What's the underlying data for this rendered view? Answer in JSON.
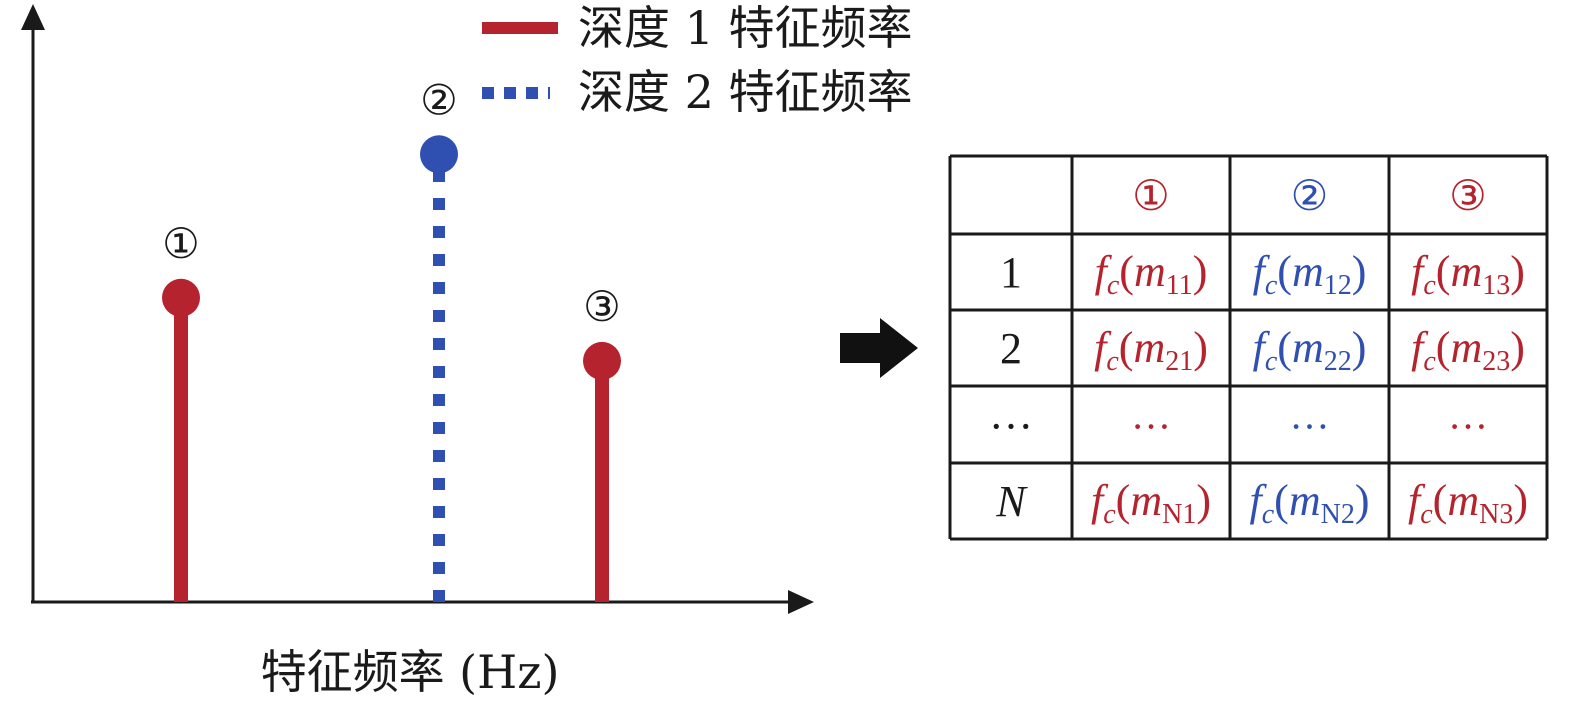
{
  "colors": {
    "red": "#b5232e",
    "blue": "#2f4fb1",
    "black": "#1a1a1a"
  },
  "chart": {
    "x_axis_label": "特征频率 (Hz)",
    "legend": [
      {
        "label": "深度 1 特征频率",
        "style": "solid",
        "color": "#b5232e"
      },
      {
        "label": "深度 2 特征频率",
        "style": "dotted",
        "color": "#2f4fb1"
      }
    ],
    "stems": [
      {
        "marker": "①",
        "color": "#b5232e",
        "style": "solid",
        "relative_height": 0.53
      },
      {
        "marker": "②",
        "color": "#2f4fb1",
        "style": "dotted",
        "relative_height": 0.78
      },
      {
        "marker": "③",
        "color": "#b5232e",
        "style": "solid",
        "relative_height": 0.42
      }
    ]
  },
  "arrow_icon": "right-arrow",
  "table": {
    "headers": [
      {
        "text": "①",
        "color": "#b5232e"
      },
      {
        "text": "②",
        "color": "#2f4fb1"
      },
      {
        "text": "③",
        "color": "#b5232e"
      }
    ],
    "rows": [
      {
        "label": "1",
        "label_italic": false,
        "cells": [
          {
            "f": "f",
            "c": "c",
            "m": "m",
            "sub": "11"
          },
          {
            "f": "f",
            "c": "c",
            "m": "m",
            "sub": "12"
          },
          {
            "f": "f",
            "c": "c",
            "m": "m",
            "sub": "13"
          }
        ]
      },
      {
        "label": "2",
        "label_italic": false,
        "cells": [
          {
            "f": "f",
            "c": "c",
            "m": "m",
            "sub": "21"
          },
          {
            "f": "f",
            "c": "c",
            "m": "m",
            "sub": "22"
          },
          {
            "f": "f",
            "c": "c",
            "m": "m",
            "sub": "23"
          }
        ]
      },
      {
        "label": "…",
        "label_italic": false,
        "ellipsis": "…"
      },
      {
        "label": "N",
        "label_italic": true,
        "cells": [
          {
            "f": "f",
            "c": "c",
            "m": "m",
            "sub": "N1"
          },
          {
            "f": "f",
            "c": "c",
            "m": "m",
            "sub": "N2"
          },
          {
            "f": "f",
            "c": "c",
            "m": "m",
            "sub": "N3"
          }
        ]
      }
    ]
  }
}
